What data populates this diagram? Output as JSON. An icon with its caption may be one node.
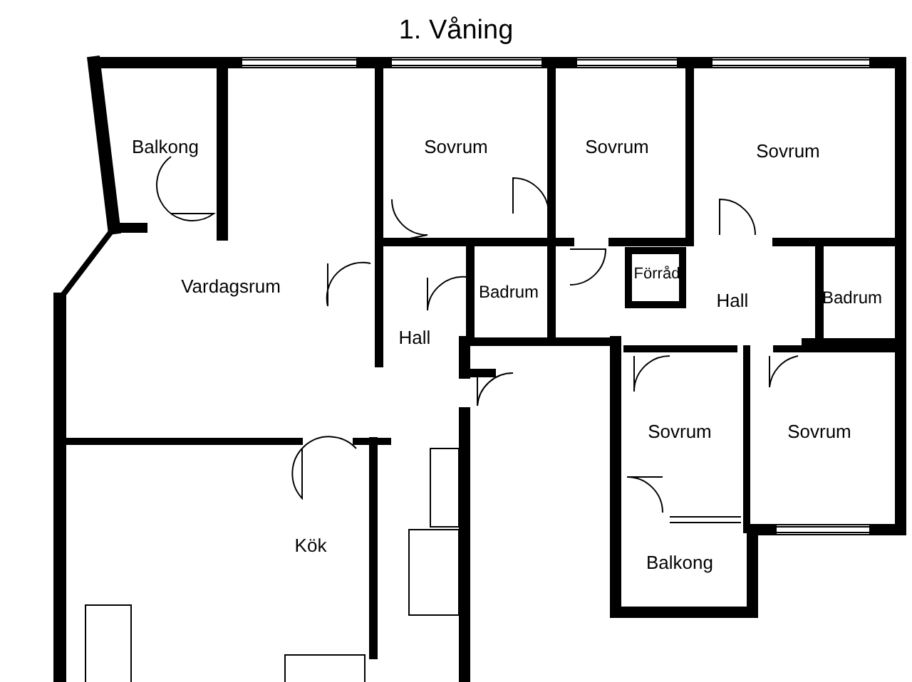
{
  "diagram": {
    "title": "1. Våning",
    "labels": [
      "Balkong",
      "Sovrum",
      "Sovrum",
      "Sovrum",
      "Vardagsrum",
      "Badrum",
      "Förråd",
      "Hall",
      "Hall",
      "Badrum",
      "Sovrum",
      "Sovrum",
      "Kök",
      "Balkong"
    ]
  }
}
